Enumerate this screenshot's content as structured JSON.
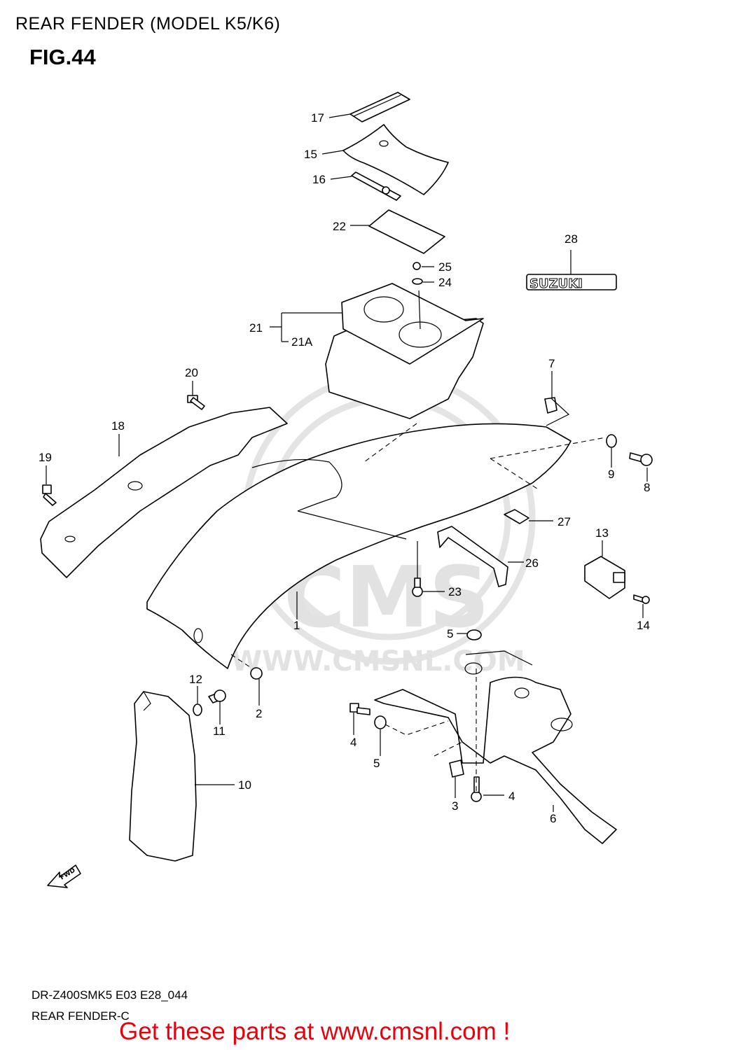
{
  "title": "REAR FENDER (MODEL K5/K6)",
  "figure": "FIG.44",
  "watermark": {
    "logo_text": "CMS",
    "url_text": "WWW.CMSNL.COM"
  },
  "badge_text": "SUZUKI",
  "fwd_text": "FWD",
  "callouts": [
    "17",
    "15",
    "16",
    "22",
    "25",
    "24",
    "28",
    "21",
    "21A",
    "20",
    "7",
    "18",
    "19",
    "9",
    "8",
    "27",
    "13",
    "26",
    "23",
    "14",
    "1",
    "5",
    "12",
    "2",
    "11",
    "4",
    "5",
    "3",
    "4",
    "6",
    "10"
  ],
  "footer": {
    "code": "DR-Z400SMK5 E03 E28_044",
    "name": "REAR FENDER-C"
  },
  "promo_text": "Get these parts at www.cmsnl.com !",
  "colors": {
    "promo": "#e8000b",
    "line": "#000000",
    "watermark": "#e2e2e2"
  }
}
